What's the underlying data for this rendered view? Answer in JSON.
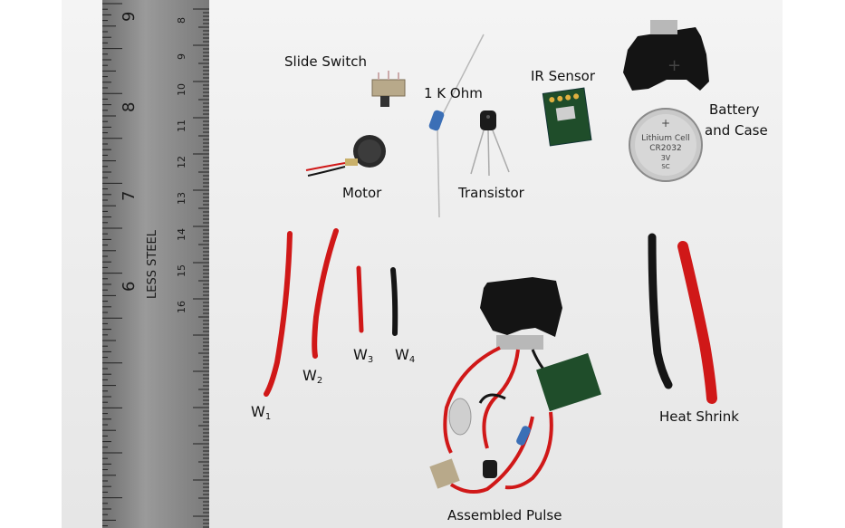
{
  "labels": {
    "slide_switch": "Slide Switch",
    "resistor": "1 K  Ohm",
    "ir_sensor": "IR Sensor",
    "battery_line1": "Battery",
    "battery_line2": "and Case",
    "motor": "Motor",
    "transistor": "Transistor",
    "heat_shrink": "Heat Shrink",
    "assembled_pulse": "Assembled Pulse",
    "w1": {
      "main": "W",
      "sub": "1"
    },
    "w2": {
      "main": "W",
      "sub": "2"
    },
    "w3": {
      "main": "W",
      "sub": "3"
    },
    "w4": {
      "main": "W",
      "sub": "4"
    }
  },
  "ruler": {
    "imprint": "LESS STEEL",
    "inch_numbers": [
      "9",
      "8",
      "7",
      "6"
    ],
    "cm_numbers": [
      "8",
      "9",
      "10",
      "11",
      "12",
      "13",
      "14",
      "15",
      "16"
    ]
  },
  "battery": {
    "line1": "Lithium Cell",
    "line2": "CR2032",
    "line3": "3V",
    "line4": "SC",
    "plus": "+"
  },
  "colors": {
    "red_wire": "#d01818",
    "black_wire": "#151515",
    "ruler_steel": "#8a8a8a",
    "pcb_green": "#1f4d2a"
  }
}
